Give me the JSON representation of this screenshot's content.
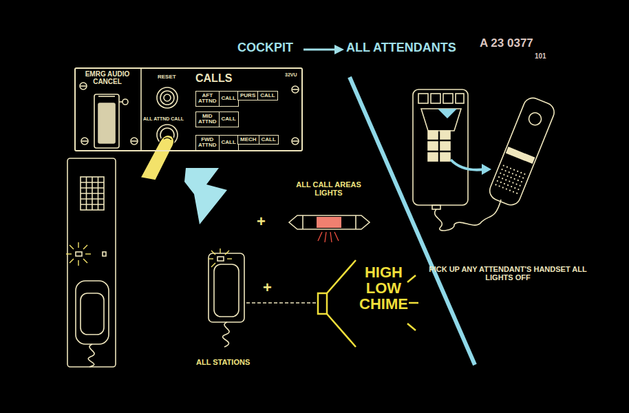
{
  "diagram": {
    "nodes": [
      {
        "text": [
          "CALLS"
        ]
      },
      {
        "text": [
          "AFT ATTND",
          "CALL"
        ],
        "in": 0
      },
      {
        "text": [
          "PURS",
          "CALL"
        ],
        "in": 0
      },
      {
        "text": [
          "MID ATTND",
          "CALL"
        ],
        "in": 0
      },
      {
        "text": [
          "FWD ATTND",
          "CALL"
        ],
        "in": 0
      },
      {
        "text": [
          "MECH",
          "CALL"
        ],
        "in": 0
      }
    ],
    "labels": [
      "COCKPIT",
      "ALL ATTENDANTS",
      "A 23 0377",
      "101",
      "EMRG AUDIO CANCEL",
      "RESET",
      "32VU",
      "ALL ATTND CALL",
      "ALL CALL AREAS LIGHTS",
      "+",
      "+",
      "HIGH LOW CHIME",
      "ALL STATIONS",
      "PICK UP ANY ATTENDANT'S HANDSET ALL LIGHTS OFF"
    ]
  }
}
